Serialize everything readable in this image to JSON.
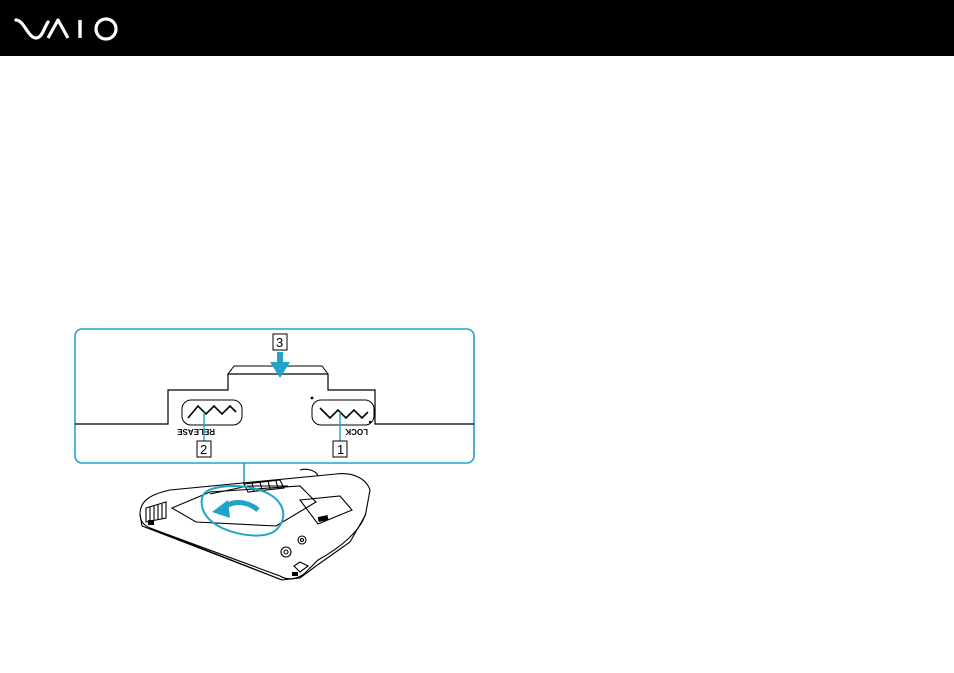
{
  "header": {
    "logo_text": "VAIO",
    "logo_icon": "vaio-logo-icon",
    "background_color": "#000000"
  },
  "figure": {
    "accent_color": "#1fa3c8",
    "callouts": [
      "1",
      "2",
      "3"
    ],
    "switch_labels": {
      "release": "RELEASE",
      "lock": "LOCK"
    }
  }
}
